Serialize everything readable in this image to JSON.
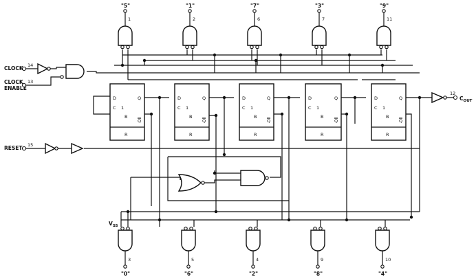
{
  "inputs": {
    "clock": {
      "label": "CLOCK",
      "pin": "14"
    },
    "clock_enable": {
      "label_line1": "CLOCK",
      "label_line2": "ENABLE",
      "pin": "13"
    },
    "reset": {
      "label": "RESET",
      "pin": "15"
    }
  },
  "output": {
    "label_main": "C",
    "label_sub": "OUT",
    "pin": "12"
  },
  "supply": {
    "label_main": "V",
    "label_sub": "SS"
  },
  "top_outputs": [
    {
      "label": "\"5\"",
      "pin": "1"
    },
    {
      "label": "\"1\"",
      "pin": "2"
    },
    {
      "label": "\"7\"",
      "pin": "6"
    },
    {
      "label": "\"3\"",
      "pin": "7"
    },
    {
      "label": "\"9\"",
      "pin": "11"
    }
  ],
  "bottom_outputs": [
    {
      "label": "\"0\"",
      "pin": "3"
    },
    {
      "label": "\"6\"",
      "pin": "5"
    },
    {
      "label": "\"2\"",
      "pin": "4"
    },
    {
      "label": "\"8\"",
      "pin": "9"
    },
    {
      "label": "\"4\"",
      "pin": "10"
    }
  ],
  "flip_flop": {
    "d": "D",
    "q": "Q",
    "c": "C",
    "one": "1",
    "b": "B",
    "qbar": "Q",
    "r": "R"
  }
}
